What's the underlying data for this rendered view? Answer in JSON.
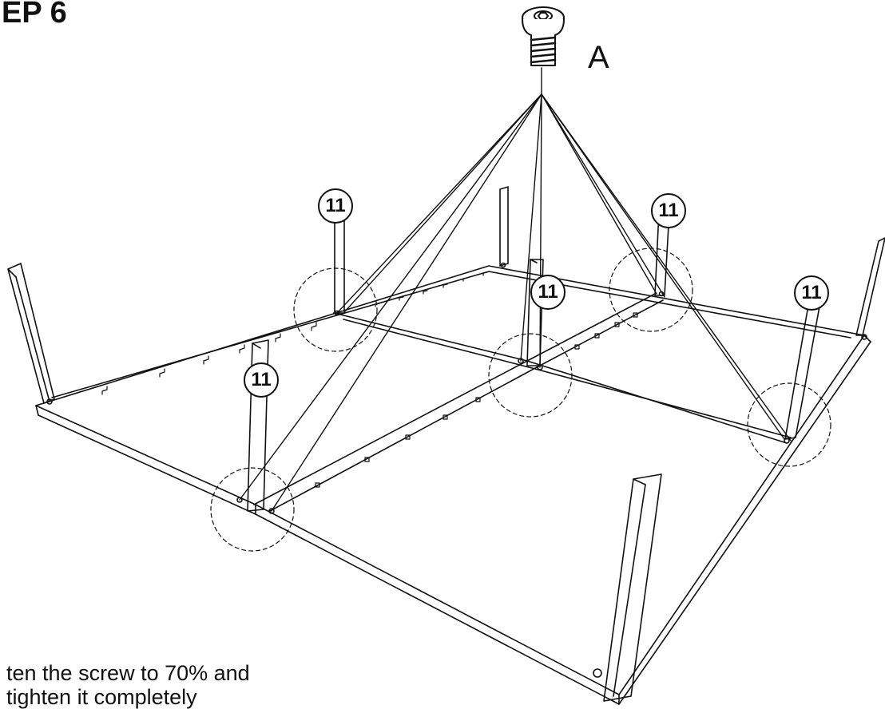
{
  "step_title": "EP 6",
  "part_label": "A",
  "part_icon": "hex-socket-screw-icon",
  "callouts": [
    "11",
    "11",
    "11",
    "11",
    "11"
  ],
  "note_lines": [
    "ten the screw to 70% and",
    "tighten it completely"
  ]
}
